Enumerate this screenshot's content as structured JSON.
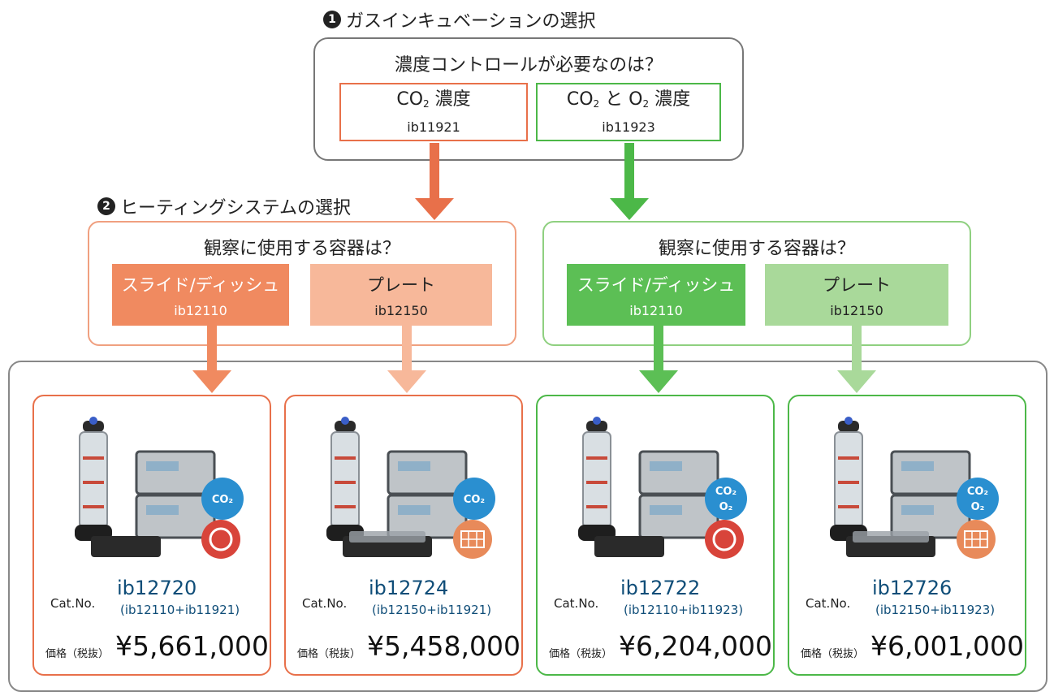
{
  "step1": {
    "num": "1",
    "title": "ガスインキュベーションの選択"
  },
  "step2": {
    "num": "2",
    "title": "ヒーティングシステムの選択"
  },
  "gas_question": "濃度コントロールが必要なのは？",
  "gas_options": [
    {
      "line1_pre": "CO",
      "line1_sub": "2",
      "line1_post": " 濃度",
      "code": "ib11921",
      "color": "#e8704a"
    },
    {
      "line1_pre": "CO",
      "line1_sub": "2",
      "line1_mid": " と O",
      "line1_sub2": "2",
      "line1_post": " 濃度",
      "code": "ib11923",
      "color": "#4cb848"
    }
  ],
  "heat_question": "観察に使用する容器は？",
  "heat_panels": [
    {
      "question": "観察に使用する容器は？",
      "border": "#f0a080",
      "options": [
        {
          "label": "スライド/ディッシュ",
          "code": "ib12110",
          "bg": "#f08a60",
          "fg": "#ffffff"
        },
        {
          "label": "プレート",
          "code": "ib12150",
          "bg": "#f7b89a",
          "fg": "#222222"
        }
      ]
    },
    {
      "question": "観察に使用する容器は？",
      "border": "#8fd080",
      "options": [
        {
          "label": "スライド/ディッシュ",
          "code": "ib12110",
          "bg": "#5cbf55",
          "fg": "#ffffff"
        },
        {
          "label": "プレート",
          "code": "ib12150",
          "bg": "#a9d99a",
          "fg": "#222222"
        }
      ]
    }
  ],
  "products": [
    {
      "cat_label": "Cat.No.",
      "cat_no": "ib12720",
      "components": "(ib12110+ib11921)",
      "price_label": "価格（税抜）",
      "price": "¥5,661,000",
      "border": "#e8704a",
      "badge": "CO₂",
      "container": "dish"
    },
    {
      "cat_label": "Cat.No.",
      "cat_no": "ib12724",
      "components": "(ib12150+ib11921)",
      "price_label": "価格（税抜）",
      "price": "¥5,458,000",
      "border": "#e8704a",
      "badge": "CO₂",
      "container": "plate"
    },
    {
      "cat_label": "Cat.No.",
      "cat_no": "ib12722",
      "components": "(ib12110+ib11923)",
      "price_label": "価格（税抜）",
      "price": "¥6,204,000",
      "border": "#4cb848",
      "badge": "CO₂ O₂",
      "container": "dish"
    },
    {
      "cat_label": "Cat.No.",
      "cat_no": "ib12726",
      "components": "(ib12150+ib11923)",
      "price_label": "価格（税抜）",
      "price": "¥6,001,000",
      "border": "#4cb848",
      "badge": "CO₂ O₂",
      "container": "plate"
    }
  ],
  "colors": {
    "orange": "#e8704a",
    "orange_light": "#f7b89a",
    "green": "#4cb848",
    "green_light": "#a9d99a",
    "blue_text": "#0f4d78"
  }
}
